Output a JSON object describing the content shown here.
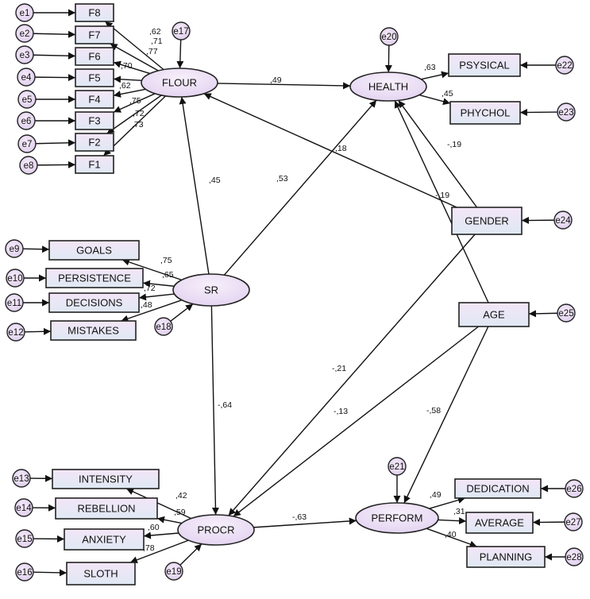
{
  "colors": {
    "box_top": "#f3e6f7",
    "box_bottom": "#dfe8f4",
    "ellipse": "#ecdcf5",
    "stroke": "#222222"
  },
  "boxes": {
    "f8": "F8",
    "f7": "F7",
    "f6": "F6",
    "f5": "F5",
    "f4": "F4",
    "f3": "F3",
    "f2": "F2",
    "f1": "F1",
    "goals": "GOALS",
    "persistence": "PERSISTENCE",
    "decisions": "DECISIONS",
    "mistakes": "MISTAKES",
    "intensity": "INTENSITY",
    "rebellion": "REBELLION",
    "anxiety": "ANXIETY",
    "sloth": "SLOTH",
    "psysical": "PSYSICAL",
    "phychol": "PHYCHOL",
    "gender": "GENDER",
    "age": "AGE",
    "dedication": "DEDICATION",
    "average": "AVERAGE",
    "planning": "PLANNING"
  },
  "latents": {
    "flour": "FLOUR",
    "health": "HEALTH",
    "sr": "SR",
    "procr": "PROCR",
    "perform": "PERFORM"
  },
  "errors": {
    "e1": "e1",
    "e2": "e2",
    "e3": "e3",
    "e4": "e4",
    "e5": "e5",
    "e6": "e6",
    "e7": "e7",
    "e8": "e8",
    "e9": "e9",
    "e10": "e10",
    "e11": "e11",
    "e12": "e12",
    "e13": "e13",
    "e14": "e14",
    "e15": "e15",
    "e16": "e16",
    "e17": "e17",
    "e18": "e18",
    "e19": "e19",
    "e20": "e20",
    "e21": "e21",
    "e22": "e22",
    "e23": "e23",
    "e24": "e24",
    "e25": "e25",
    "e26": "e26",
    "e27": "e27",
    "e28": "e28"
  },
  "coefficients": {
    "flour_f8": ",62",
    "flour_f7": ",71",
    "flour_f6": ",77",
    "flour_f5": ",70",
    "flour_f4": ",62",
    "flour_f3": ",75",
    "flour_f2": ",72",
    "flour_f1": ",73",
    "sr_goals": ",75",
    "sr_persistence": ",65",
    "sr_decisions": ",72",
    "sr_mistakes": ",48",
    "procr_intensity": ",42",
    "procr_rebellion": ",59",
    "procr_anxiety": ",60",
    "procr_sloth": ",78",
    "health_psysical": ",63",
    "health_phychol": ",45",
    "perform_dedication": ",49",
    "perform_average": ",31",
    "perform_planning": ",40",
    "flour_health": ",49",
    "sr_flour": ",45",
    "sr_health": ",53",
    "gender_flour": ",18",
    "gender_health": "-,19",
    "age_health": "-,19",
    "sr_procr": "-,64",
    "gender_procr": "-,21",
    "age_procr": "-,13",
    "age_perform": "-,58",
    "procr_perform": "-,63"
  }
}
